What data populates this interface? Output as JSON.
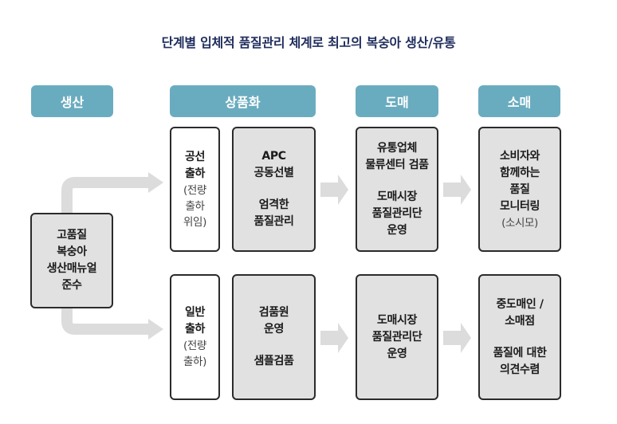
{
  "title": "단계별 입체적 품질관리 체계로 최고의 복숭아 생산/유통",
  "stages": [
    {
      "label": "생산"
    },
    {
      "label": "상품화"
    },
    {
      "label": "도매"
    },
    {
      "label": "소매"
    }
  ],
  "origin": {
    "lines": [
      "고품질",
      "복숭아",
      "생산매뉴얼",
      "준수"
    ]
  },
  "top_row": {
    "type_box": {
      "title": [
        "공선",
        "출하"
      ],
      "note": [
        "(전량",
        "출하",
        "위임)"
      ]
    },
    "processing": {
      "lines_a": [
        "APC",
        "공동선별"
      ],
      "lines_b": [
        "엄격한",
        "품질관리"
      ]
    },
    "wholesale": {
      "lines_a": [
        "유통업체",
        "물류센터 검품"
      ],
      "lines_b": [
        "도매시장",
        "품질관리단",
        "운영"
      ]
    },
    "retail": {
      "lines_a": [
        "소비자와",
        "함께하는",
        "품질",
        "모니터링"
      ],
      "note": "(소시모)"
    }
  },
  "bottom_row": {
    "type_box": {
      "title": [
        "일반",
        "출하"
      ],
      "note": [
        "(전량",
        "출하)"
      ]
    },
    "processing": {
      "lines_a": [
        "검품원",
        "운영"
      ],
      "lines_b": [
        "샘플검품"
      ]
    },
    "wholesale": {
      "lines_a": [
        "도매시장",
        "품질관리단",
        "운영"
      ]
    },
    "retail": {
      "lines_a": [
        "중도매인 /",
        "소매점"
      ],
      "lines_b": [
        "품질에 대한",
        "의견수렴"
      ]
    }
  }
}
